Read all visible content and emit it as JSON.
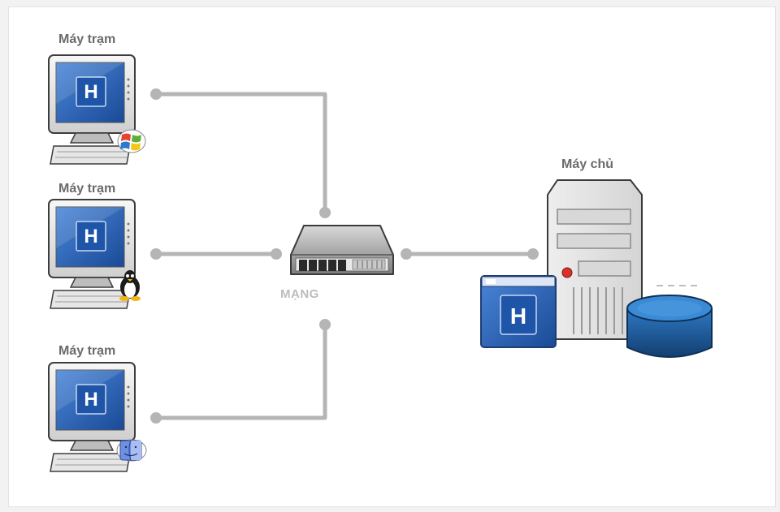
{
  "workstations": [
    {
      "label": "Máy trạm",
      "os_icon": "windows-logo-icon"
    },
    {
      "label": "Máy trạm",
      "os_icon": "linux-penguin-icon"
    },
    {
      "label": "Máy trạm",
      "os_icon": "mac-finder-icon"
    }
  ],
  "network": {
    "label": "MẠNG"
  },
  "server": {
    "label": "Máy chủ"
  },
  "app_logo_letter": "H",
  "colors": {
    "connector": "#b5b5b5",
    "screen_blue": "#2a63b8",
    "database_blue": "#1f5fa0",
    "label": "#6b6b6b"
  }
}
